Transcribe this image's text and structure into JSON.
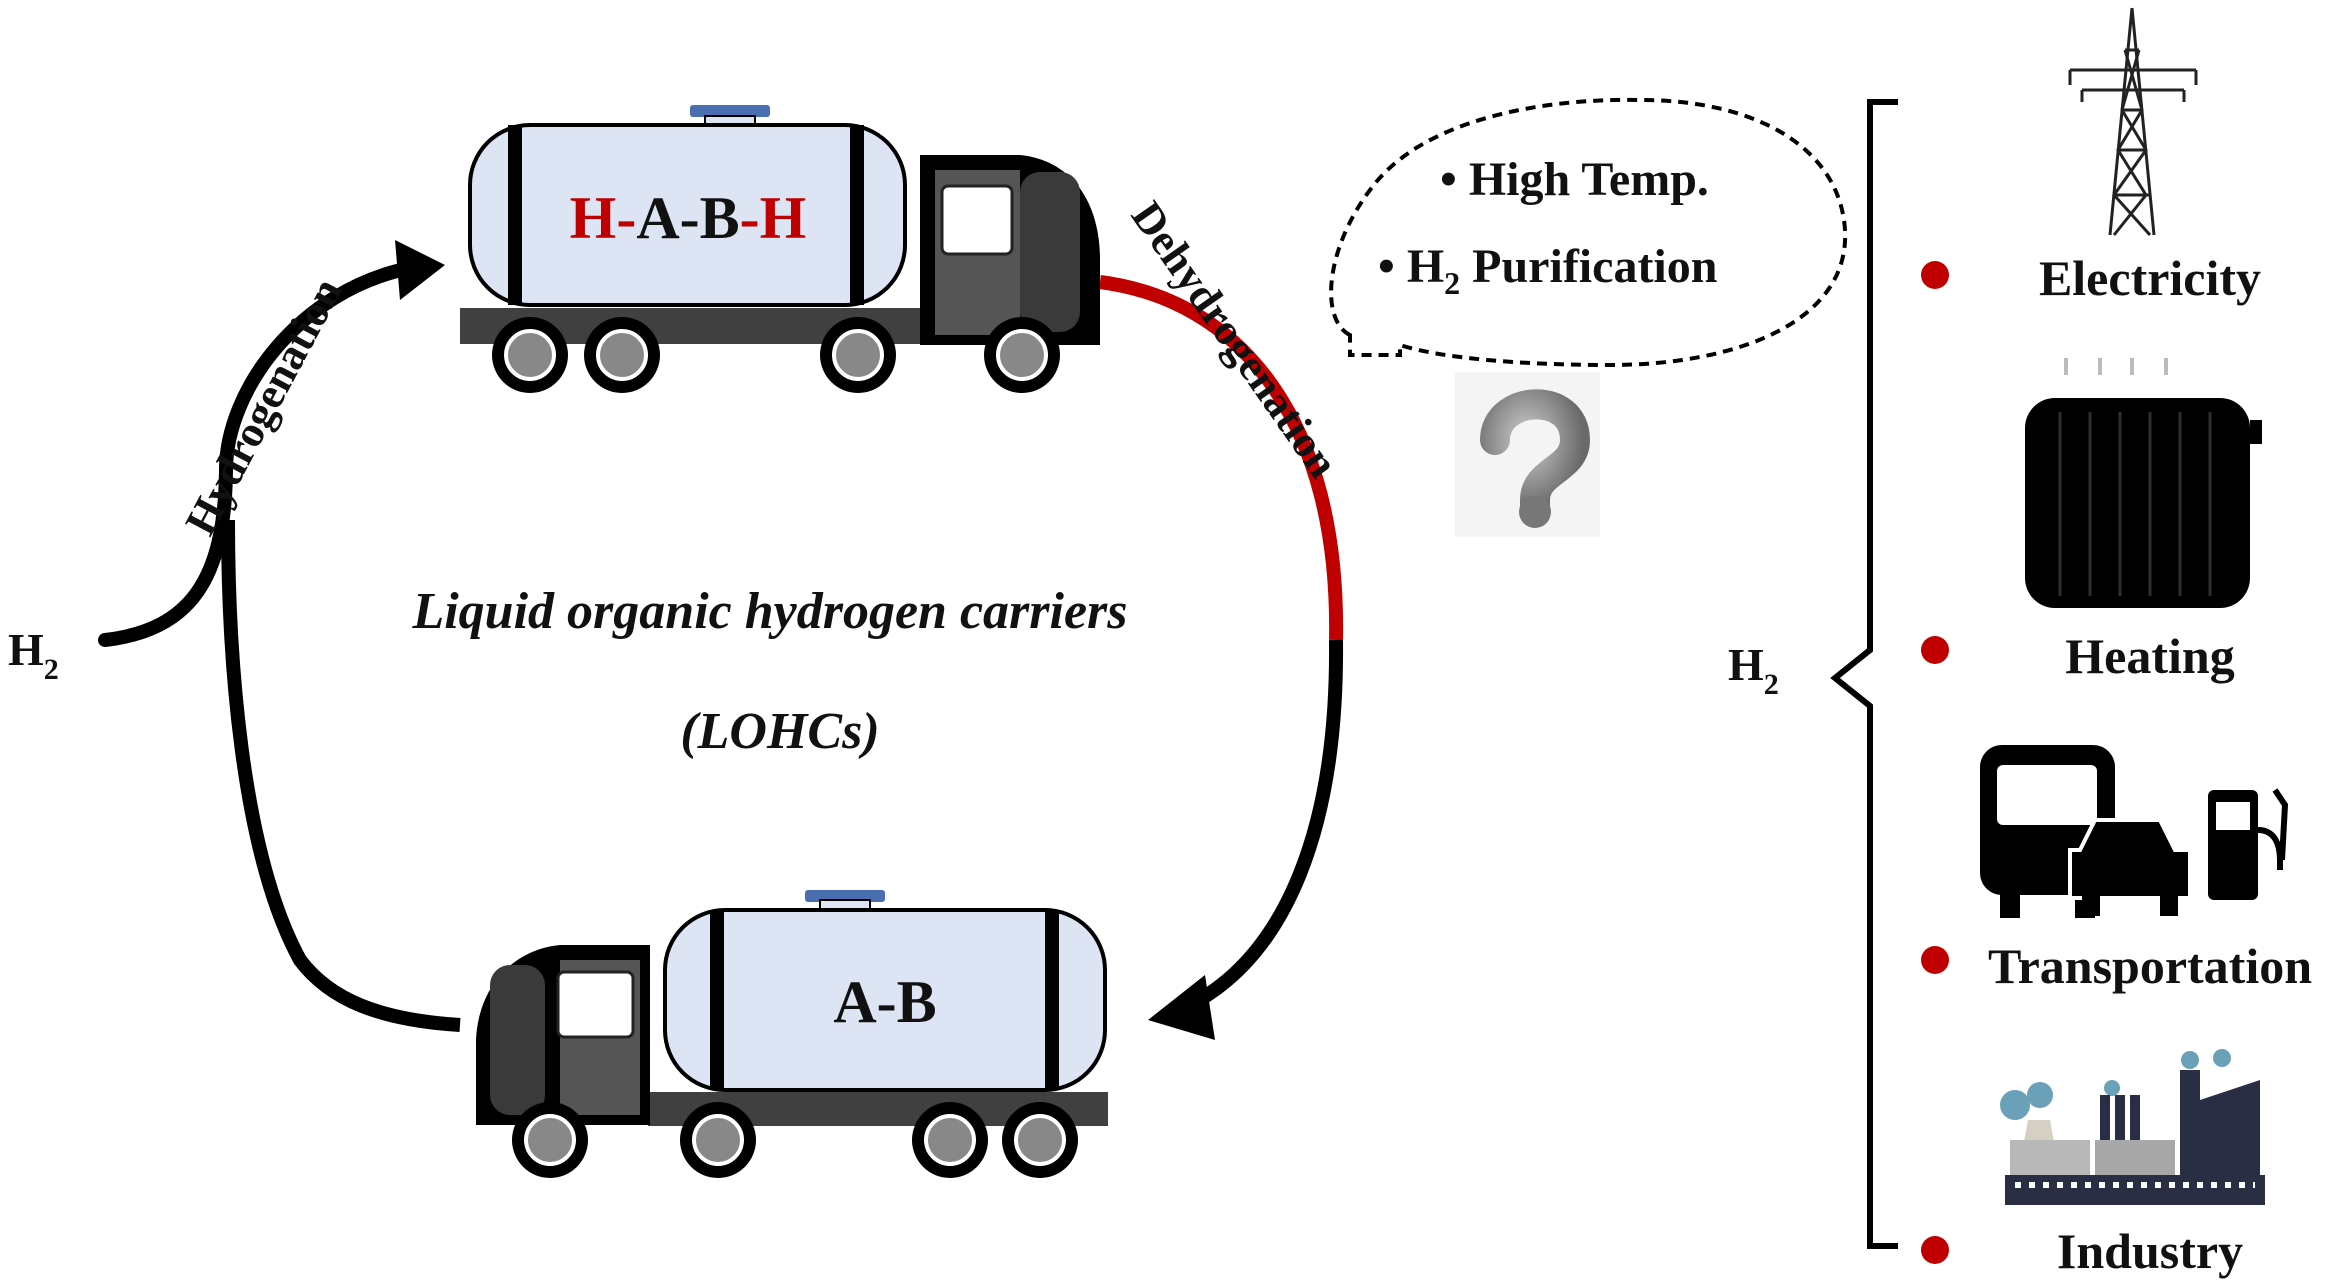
{
  "left": {
    "h2": {
      "base": "H",
      "sub": "2"
    },
    "hydrogenation_label": "Hydrogenation",
    "dehydrogenation_label": "Dehydrogenation"
  },
  "center": {
    "title_line1": "Liquid organic hydrogen carriers",
    "title_line2": "(LOHCs)"
  },
  "top_truck": {
    "h_left": "H-",
    "middle": "A-B",
    "h_right": "-H"
  },
  "bottom_truck": {
    "label": "A-B"
  },
  "bubble": {
    "bullet1": "High Temp.",
    "bullet2_base": "H",
    "bullet2_sub": "2",
    "bullet2_rest": " Purification",
    "question_icon": "question-mark-icon"
  },
  "right": {
    "h2": {
      "base": "H",
      "sub": "2"
    },
    "uses": [
      {
        "label": "Electricity",
        "icon": "power-pylon-icon"
      },
      {
        "label": "Heating",
        "icon": "radiator-icon"
      },
      {
        "label": "Transportation",
        "icon": "vehicles-fuel-pump-icon"
      },
      {
        "label": "Industry",
        "icon": "factory-icon"
      }
    ]
  },
  "colors": {
    "arrow": "#000000",
    "dehydrogenation_segment": "#c00000",
    "bullet": "#c00000",
    "tank": "#dde4f4",
    "tank_cap": "#4a6fb0",
    "cab": "#444444"
  }
}
